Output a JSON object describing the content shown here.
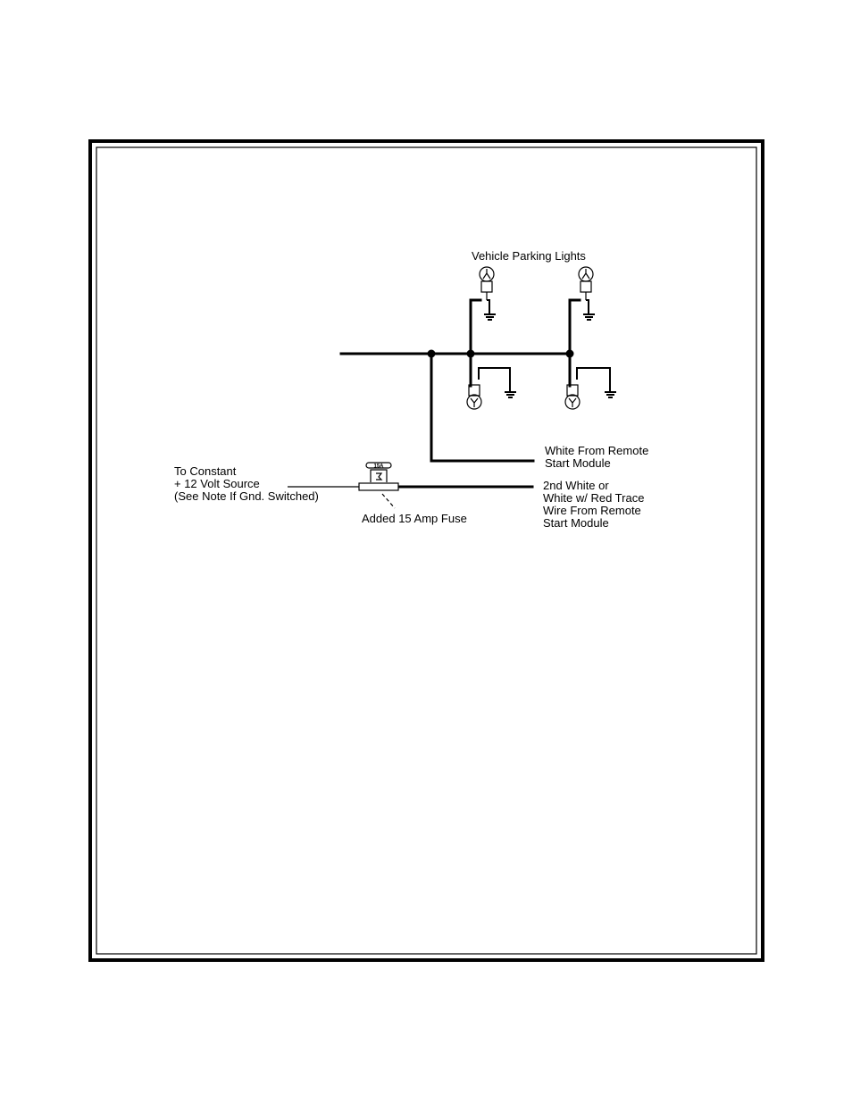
{
  "labels": {
    "parking_lights": "Vehicle Parking Lights",
    "white_remote": [
      "White From Remote",
      "Start Module"
    ],
    "second_white": [
      "2nd White or",
      "White w/ Red  Trace",
      "Wire From Remote",
      "Start Module"
    ],
    "source": [
      "To Constant",
      "+ 12 Volt Source",
      "(See Note If Gnd. Switched)"
    ],
    "fuse": "Added 15 Amp Fuse",
    "fuse_rating": "15A"
  }
}
